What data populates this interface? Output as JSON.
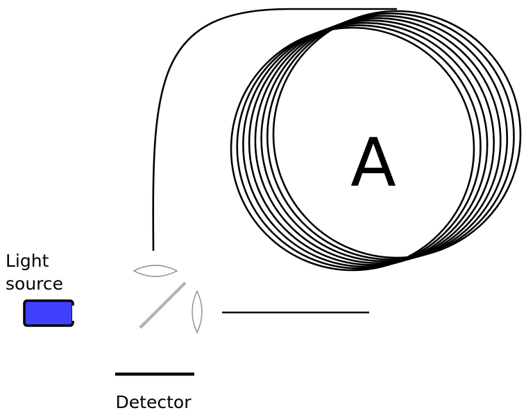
{
  "labels": {
    "light_source_line1": "Light",
    "light_source_line2": "source",
    "detector": "Detector",
    "coil": "A"
  },
  "colors": {
    "light_source_fill": "#4040ff",
    "stroke": "#000000",
    "optics": "#b4b4b4"
  },
  "coil": {
    "turns": 8
  }
}
